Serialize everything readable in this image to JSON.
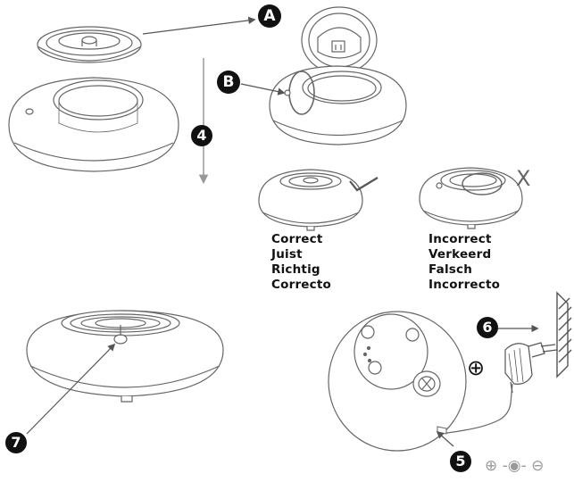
{
  "badges": {
    "a": "A",
    "b": "B",
    "step4": "4",
    "step5": "5",
    "step6": "6",
    "step7": "7"
  },
  "labels": {
    "correct": [
      "Correct",
      "Juist",
      "Richtig",
      "Correcto"
    ],
    "incorrect": [
      "Incorrect",
      "Verkeerd",
      "Falsch",
      "Incorrecto"
    ]
  },
  "symbols": {
    "plus_circle": "⊕",
    "polarity": "⊕ -◉- ⊖",
    "cross": "X"
  },
  "colors": {
    "badge": "#111111",
    "line_art": "#666666",
    "arrow_gray": "#999999"
  }
}
